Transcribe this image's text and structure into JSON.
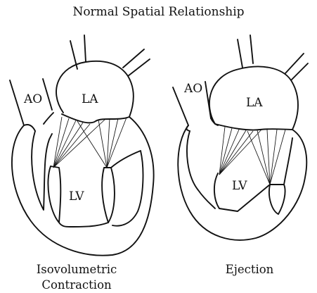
{
  "title": "Normal Spatial Relationship",
  "left_heart": {
    "labels": {
      "aorta": "AO",
      "left_atrium": "LA",
      "left_ventricle": "LV"
    },
    "caption_line1": "Isovolumetric",
    "caption_line2": "Contraction"
  },
  "right_heart": {
    "labels": {
      "aorta": "AO",
      "left_atrium": "LA",
      "left_ventricle": "LV"
    },
    "caption": "Ejection"
  }
}
